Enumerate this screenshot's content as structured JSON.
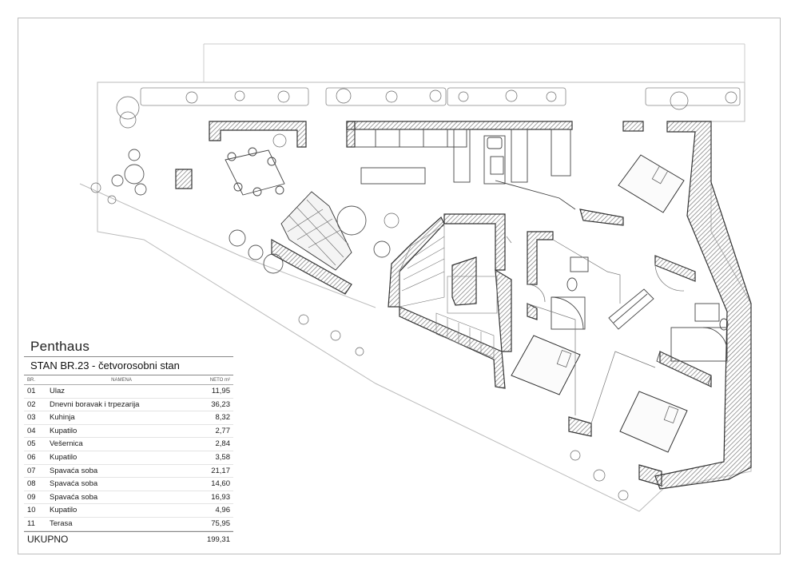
{
  "legend": {
    "title": "Penthaus",
    "subtitle": "STAN BR.23 - četvorosobni stan",
    "headers": {
      "num": "BR.",
      "name": "NAMENA",
      "area": "NETO m²"
    },
    "rooms": [
      {
        "num": "01",
        "name": "Ulaz",
        "area": "11,95"
      },
      {
        "num": "02",
        "name": "Dnevni boravak i trpezarija",
        "area": "36,23"
      },
      {
        "num": "03",
        "name": "Kuhinja",
        "area": "8,32"
      },
      {
        "num": "04",
        "name": "Kupatilo",
        "area": "2,77"
      },
      {
        "num": "05",
        "name": "Vešernica",
        "area": "2,84"
      },
      {
        "num": "06",
        "name": "Kupatilo",
        "area": "3,58"
      },
      {
        "num": "07",
        "name": "Spavaća soba",
        "area": "21,17"
      },
      {
        "num": "08",
        "name": "Spavaća soba",
        "area": "14,60"
      },
      {
        "num": "09",
        "name": "Spavaća soba",
        "area": "16,93"
      },
      {
        "num": "10",
        "name": "Kupatilo",
        "area": "4,96"
      },
      {
        "num": "11",
        "name": "Terasa",
        "area": "75,95"
      }
    ],
    "total": {
      "label": "UKUPNO",
      "area": "199,31"
    }
  },
  "colors": {
    "wall": "#3a3a3a",
    "hatch": "#9a9a9a",
    "line": "#555555",
    "plant": "#7a7a7a"
  }
}
